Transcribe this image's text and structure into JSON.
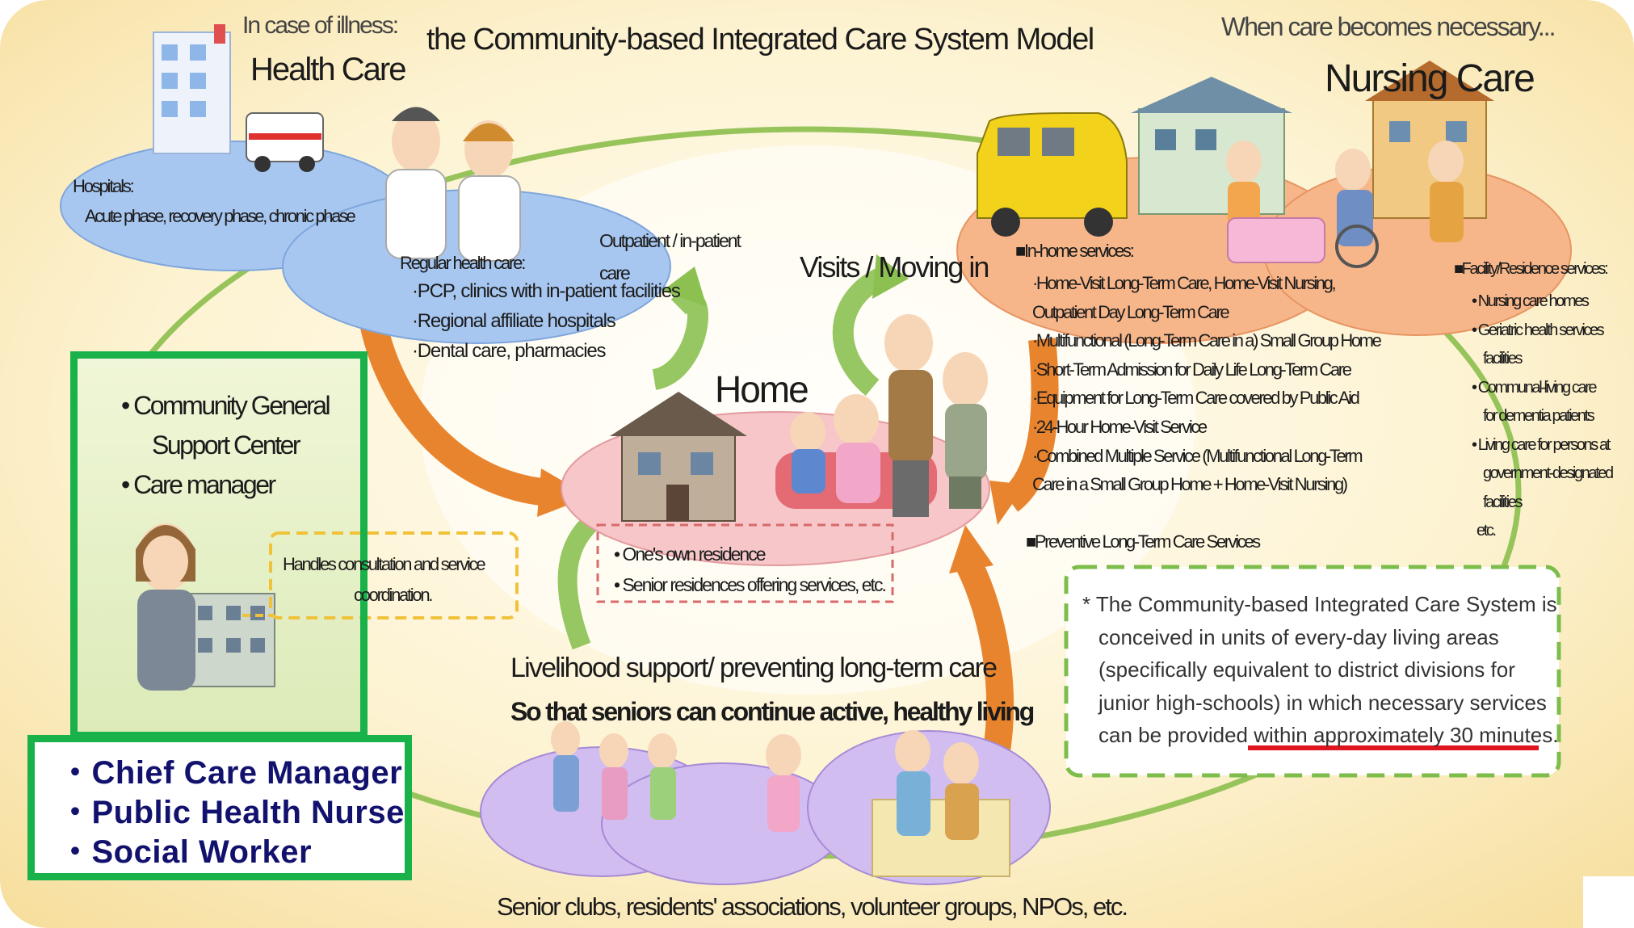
{
  "title": "the Community-based Integrated Care System Model",
  "health_care": {
    "caption": "In case of illness:",
    "heading": "Health Care",
    "hospitals_label": "Hospitals:",
    "hospitals_detail": "Acute phase, recovery phase, chronic phase",
    "regular_heading": "Regular health care:",
    "regular_items": [
      "·PCP, clinics with in-patient facilities",
      "·Regional affiliate hospitals",
      "·Dental care, pharmacies"
    ],
    "outpatient_line1": "Outpatient / in-patient",
    "outpatient_line2": "care"
  },
  "nursing_care": {
    "caption": "When care becomes necessary...",
    "heading": "Nursing Care",
    "in_home_heading": "■In-home services:",
    "in_home_items": [
      "·Home-Visit Long-Term Care, Home-Visit Nursing,",
      "Outpatient Day Long-Term Care",
      "·Multifunctional (Long-Term Care in a) Small Group Home",
      "·Short-Term Admission for Daily Life Long-Term Care",
      "·Equipment for Long-Term Care covered by Public Aid",
      "·24-Hour Home-Visit Service",
      "·Combined Multiple Service (Multifunctional Long-Term",
      "Care in a Small Group Home + Home-Visit Nursing)"
    ],
    "preventive": "■Preventive Long-Term Care Services",
    "facility_heading": "■Facility/Residence services:",
    "facility_items": [
      "• Nursing care homes",
      "• Geriatric health services",
      "facilities",
      "• Communal-living care",
      "for dementia patients",
      "• Living care for persons at",
      "government-designated",
      "facilities",
      "etc."
    ],
    "visits": "Visits / Moving in"
  },
  "home": {
    "heading": "Home",
    "items": [
      "• One's own residence",
      "• Senior residences offering services, etc."
    ]
  },
  "support_center": {
    "items": [
      "• Community General",
      "Support Center",
      "• Care manager"
    ],
    "consult_line1": "Handles consultation and service",
    "consult_line2": "coordination."
  },
  "staff": [
    "・Chief Care Manager",
    "・Public Health Nurse",
    "・Social Worker"
  ],
  "livelihood": {
    "line1": "Livelihood support/ preventing long-term care",
    "line2": "So that seniors can continue active, healthy living",
    "groups": "Senior clubs, residents' associations, volunteer groups, NPOs, etc."
  },
  "note": {
    "lines": [
      "* The Community-based Integrated Care System is",
      "conceived in units of every-day living areas",
      "(specifically equivalent to district divisions for",
      "junior high-schools) in which necessary services",
      "can be provided within approximately 30 minutes."
    ]
  },
  "colors": {
    "background": "#fbecbe",
    "loop": "#97c45a",
    "arrow": "#e9842e",
    "health_oval": "#a8c7f0",
    "nursing_oval": "#f7b68a",
    "home_oval": "#f6c6c8",
    "community_oval": "#d2bdf0",
    "green_box": "#18b14a",
    "staff_text": "#12126e",
    "note_dash": "#7dbd4c",
    "underline": "#e0141e"
  },
  "icons": [
    "hospital-icon",
    "ambulance-icon",
    "doctors-icon",
    "van-icon",
    "nursing-facility-icon",
    "caregivers-icon",
    "house-icon",
    "family-icon",
    "care-manager-icon",
    "seniors-group-icon",
    "volunteer-icon"
  ]
}
